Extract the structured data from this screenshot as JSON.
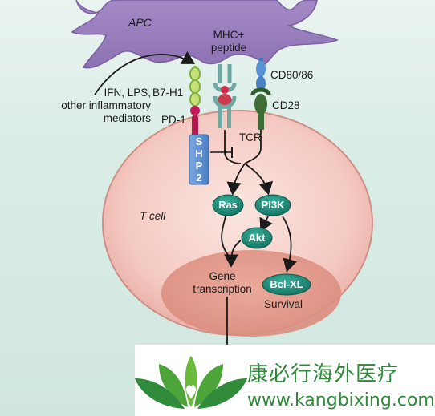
{
  "apc": {
    "label": "APC"
  },
  "molecules": {
    "mhc": "MHC+\npeptide",
    "cd80": "CD80/86",
    "cd28": "CD28",
    "b7h1": "B7-H1",
    "pd1": "PD-1",
    "tcr": "TCR",
    "shp2": "SHP2"
  },
  "stimuli": "IFN, LPS,\nother inflammatory\nmediators",
  "cell": {
    "label": "T cell"
  },
  "nodes": {
    "ras": "Ras",
    "pi3k": "PI3K",
    "akt": "Akt",
    "bclxl": "Bcl-XL"
  },
  "outcomes": {
    "gene": "Gene\ntranscription",
    "survival": "Survival"
  },
  "watermark": {
    "name_cn": "康必行海外医疗",
    "url": "www.kangbixing.com"
  },
  "colors": {
    "apc": "#9b82bf",
    "cell": "#f6d2cc",
    "nucleus": "#e29a8c",
    "node": "#1f8f7c",
    "shp2": "#5b8fd1",
    "pd1": "#b3174f",
    "logo_green": "#2f8a3a"
  }
}
